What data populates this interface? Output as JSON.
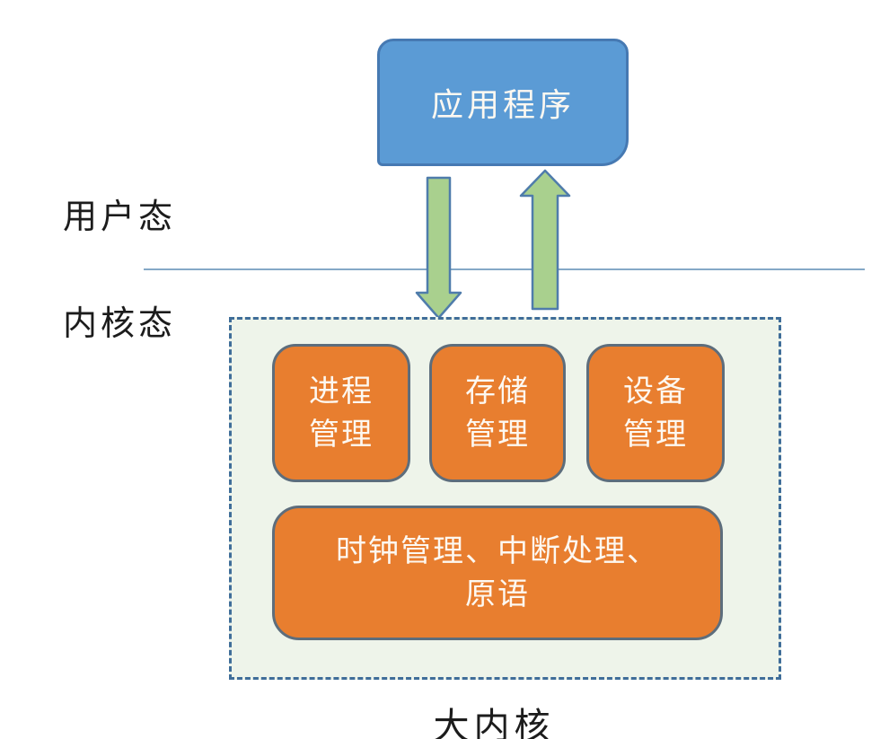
{
  "colors": {
    "app_fill": "#5b9bd5",
    "app_border": "#4679b2",
    "arrow_fill": "#a9d08e",
    "arrow_border": "#4f7cab",
    "kernel_bg": "#eef4ea",
    "kernel_border": "#3f6d99",
    "module_fill": "#e87e2f",
    "module_border": "#5d6d7c",
    "divider": "#85a8c7",
    "text_dark": "#1c1c1c",
    "text_light": "#fdf8f1"
  },
  "app_box": {
    "label": "应用程序"
  },
  "labels": {
    "user_mode": "用户态",
    "kernel_mode": "内核态"
  },
  "kernel": {
    "modules": [
      {
        "label": "进程\n管理"
      },
      {
        "label": "存储\n管理"
      },
      {
        "label": "设备\n管理"
      }
    ],
    "base_module": "时钟管理、中断处理、\n原语",
    "caption": "大内核"
  },
  "icons": {
    "down_arrow": "block-arrow-down",
    "up_arrow": "block-arrow-up"
  }
}
